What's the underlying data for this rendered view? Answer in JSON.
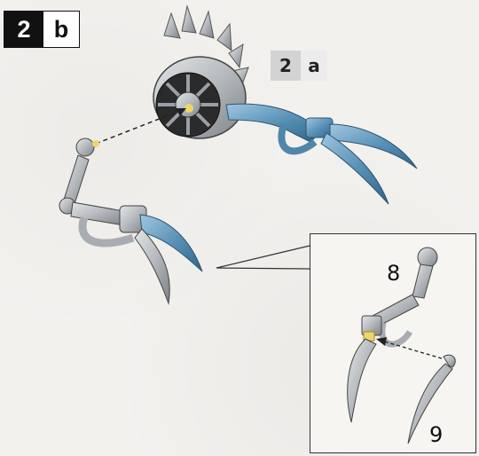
{
  "step_badge": {
    "number": "2",
    "sub": "b"
  },
  "reference_badge": {
    "number": "2",
    "sub": "a"
  },
  "inset": {
    "part_labels": [
      "8",
      "9"
    ]
  },
  "colors": {
    "grey_part": "#b9bcbf",
    "blue_part": "#5b93b8",
    "connector_highlight": "#f0d66a",
    "badge_dark": "#111111"
  }
}
